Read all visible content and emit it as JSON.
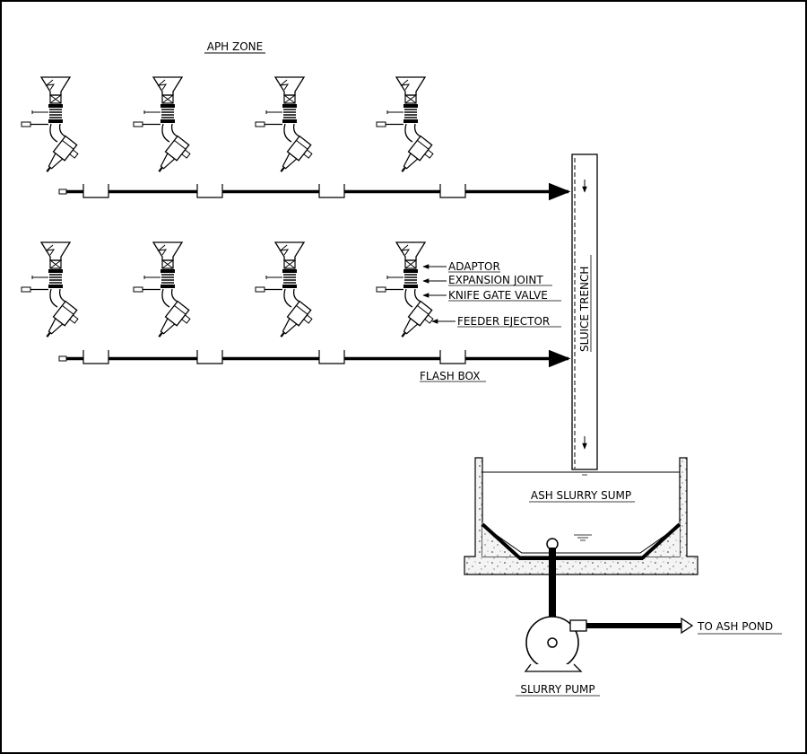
{
  "title": "APH ZONE",
  "labels": {
    "adaptor": "ADAPTOR",
    "expansion_joint": "EXPANSION JOINT",
    "knife_gate_valve": "KNIFE GATE VALVE",
    "feeder_ejector": "FEEDER EJECTOR",
    "flash_box": "FLASH BOX",
    "sluice_trench": "SLUICE TRENCH",
    "ash_slurry_sump": "ASH SLURRY SUMP",
    "to_ash_pond": "TO ASH POND",
    "slurry_pump": "SLURRY PUMP"
  },
  "colors": {
    "line": "#000000",
    "concrete": "#f2f2f2"
  }
}
